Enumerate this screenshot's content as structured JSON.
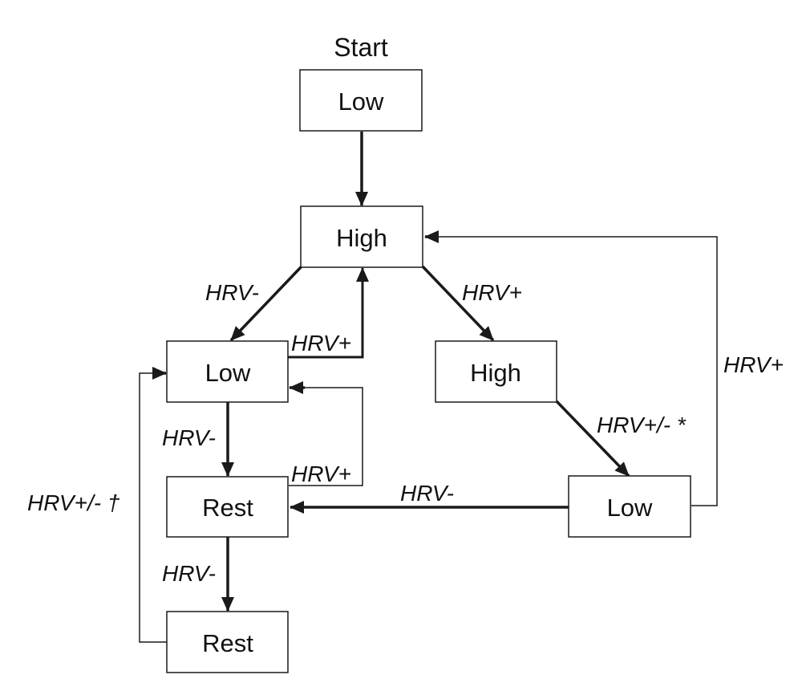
{
  "start_label": "Start",
  "nodes": {
    "start_low": "Low",
    "high_top": "High",
    "low_left": "Low",
    "high_right": "High",
    "rest_mid": "Rest",
    "low_right": "Low",
    "rest_bottom": "Rest"
  },
  "edges": {
    "high_to_low_left": "HRV-",
    "low_left_to_high": "HRV+",
    "high_to_high_right": "HRV+",
    "low_right_to_high": "HRV+",
    "low_left_to_rest_mid": "HRV-",
    "rest_mid_to_low_left": "HRV+",
    "high_right_to_low_right": "HRV+/- *",
    "low_right_to_rest_mid": "HRV-",
    "rest_mid_to_rest_bottom": "HRV-",
    "rest_bottom_to_low_left": "HRV+/- †"
  }
}
